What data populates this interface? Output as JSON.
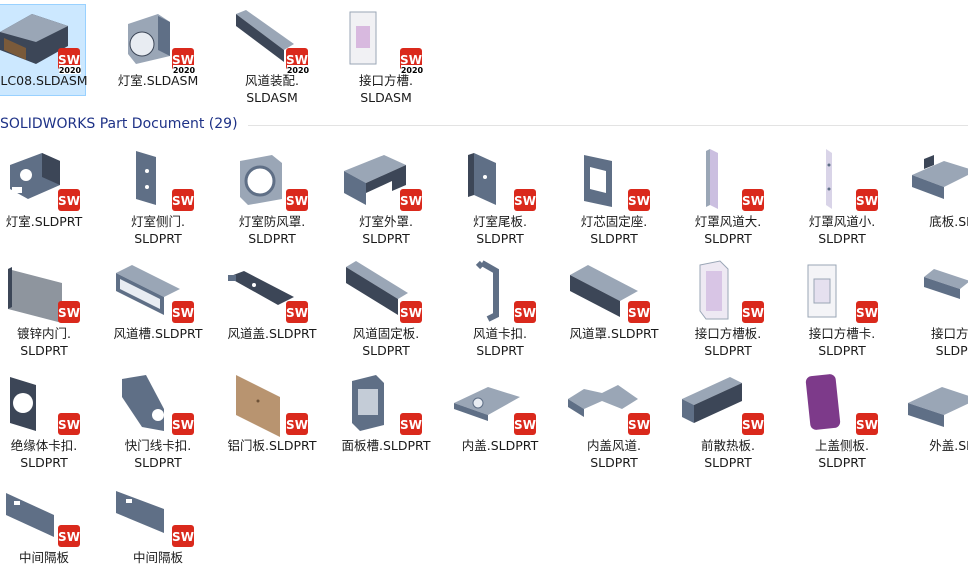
{
  "top_items": [
    {
      "line1": "LC08.SLDASM",
      "line2": "",
      "badge_year": "2020",
      "selected": true,
      "shape": "box"
    },
    {
      "line1": "灯室.SLDASM",
      "line2": "",
      "badge_year": "2020",
      "selected": false,
      "shape": "lamp"
    },
    {
      "line1": "风道装配.",
      "line2": "SLDASM",
      "badge_year": "2020",
      "selected": false,
      "shape": "duct"
    },
    {
      "line1": "接口方槽.",
      "line2": "SLDASM",
      "badge_year": "2020",
      "selected": false,
      "shape": "frame"
    }
  ],
  "group": {
    "title": "SOLIDWORKS Part Document (29)"
  },
  "part_rows": [
    [
      {
        "line1": "灯室.SLDPRT",
        "line2": "",
        "shape": "bracket"
      },
      {
        "line1": "灯室侧门.",
        "line2": "SLDPRT",
        "shape": "panel"
      },
      {
        "line1": "灯室防风罩.",
        "line2": "SLDPRT",
        "shape": "ring"
      },
      {
        "line1": "灯室外罩.",
        "line2": "SLDPRT",
        "shape": "cover"
      },
      {
        "line1": "灯室尾板.",
        "line2": "SLDPRT",
        "shape": "tailplate"
      },
      {
        "line1": "灯芯固定座.",
        "line2": "SLDPRT",
        "shape": "frameplate"
      },
      {
        "line1": "灯罩风道大.",
        "line2": "SLDPRT",
        "shape": "tallstrip"
      },
      {
        "line1": "灯罩风道小.",
        "line2": "SLDPRT",
        "shape": "thinstrip"
      },
      {
        "line1": "底板.SLD",
        "line2": "",
        "shape": "tray"
      }
    ],
    [
      {
        "line1": "镀锌内门.",
        "line2": "SLDPRT",
        "shape": "door"
      },
      {
        "line1": "风道槽.SLDPRT",
        "line2": "",
        "shape": "channel"
      },
      {
        "line1": "风道盖.SLDPRT",
        "line2": "",
        "shape": "flatbar"
      },
      {
        "line1": "风道固定板.",
        "line2": "SLDPRT",
        "shape": "longbar"
      },
      {
        "line1": "风道卡扣.",
        "line2": "SLDPRT",
        "shape": "clip"
      },
      {
        "line1": "风道罩.SLDPRT",
        "line2": "",
        "shape": "hood"
      },
      {
        "line1": "接口方槽板.",
        "line2": "SLDPRT",
        "shape": "openbox"
      },
      {
        "line1": "接口方槽卡.",
        "line2": "SLDPRT",
        "shape": "whiteframe"
      },
      {
        "line1": "接口方槽",
        "line2": "SLDPR",
        "shape": "zbend"
      }
    ],
    [
      {
        "line1": "绝缘体卡扣.",
        "line2": "SLDPRT",
        "shape": "holeplate"
      },
      {
        "line1": "快门线卡扣.",
        "line2": "SLDPRT",
        "shape": "notch"
      },
      {
        "line1": "铝门板.SLDPRT",
        "line2": "",
        "shape": "alplate"
      },
      {
        "line1": "面板槽.SLDPRT",
        "line2": "",
        "shape": "faceslot"
      },
      {
        "line1": "内盖.SLDPRT",
        "line2": "",
        "shape": "innercover"
      },
      {
        "line1": "内盖风道.",
        "line2": "SLDPRT",
        "shape": "ductcover"
      },
      {
        "line1": "前散热板.",
        "line2": "SLDPRT",
        "shape": "heatsink"
      },
      {
        "line1": "上盖侧板.",
        "line2": "SLDPRT",
        "shape": "purple"
      },
      {
        "line1": "外盖.SLD",
        "line2": "",
        "shape": "outercover"
      }
    ],
    [
      {
        "line1": "中间隔板",
        "line2": "",
        "shape": "divider1"
      },
      {
        "line1": "中间隔板",
        "line2": "",
        "shape": "divider2"
      }
    ]
  ],
  "icons": {
    "badge": "solidworks-badge-icon",
    "badge_color": "#da291c",
    "part_color": "#5f6f86"
  }
}
